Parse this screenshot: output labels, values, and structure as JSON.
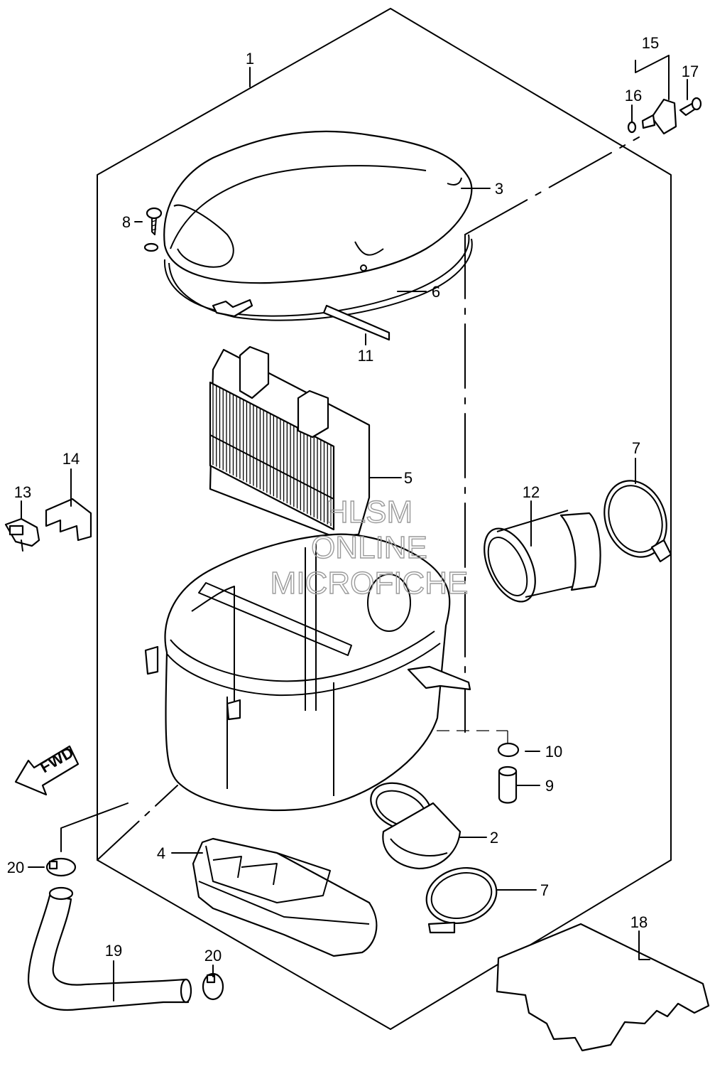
{
  "parts": [
    {
      "id": "1",
      "label": "1"
    },
    {
      "id": "2",
      "label": "2"
    },
    {
      "id": "3",
      "label": "3"
    },
    {
      "id": "4",
      "label": "4"
    },
    {
      "id": "5",
      "label": "5"
    },
    {
      "id": "6",
      "label": "6"
    },
    {
      "id": "7a",
      "label": "7"
    },
    {
      "id": "7b",
      "label": "7"
    },
    {
      "id": "8",
      "label": "8"
    },
    {
      "id": "9",
      "label": "9"
    },
    {
      "id": "10",
      "label": "10"
    },
    {
      "id": "11",
      "label": "11"
    },
    {
      "id": "12",
      "label": "12"
    },
    {
      "id": "13",
      "label": "13"
    },
    {
      "id": "14",
      "label": "14"
    },
    {
      "id": "15",
      "label": "15"
    },
    {
      "id": "16",
      "label": "16"
    },
    {
      "id": "17",
      "label": "17"
    },
    {
      "id": "18",
      "label": "18"
    },
    {
      "id": "19",
      "label": "19"
    },
    {
      "id": "20a",
      "label": "20"
    },
    {
      "id": "20b",
      "label": "20"
    }
  ],
  "fwd_label": "FWD",
  "watermark": [
    "HLSM",
    "ONLINE",
    "MICROFICHE"
  ]
}
